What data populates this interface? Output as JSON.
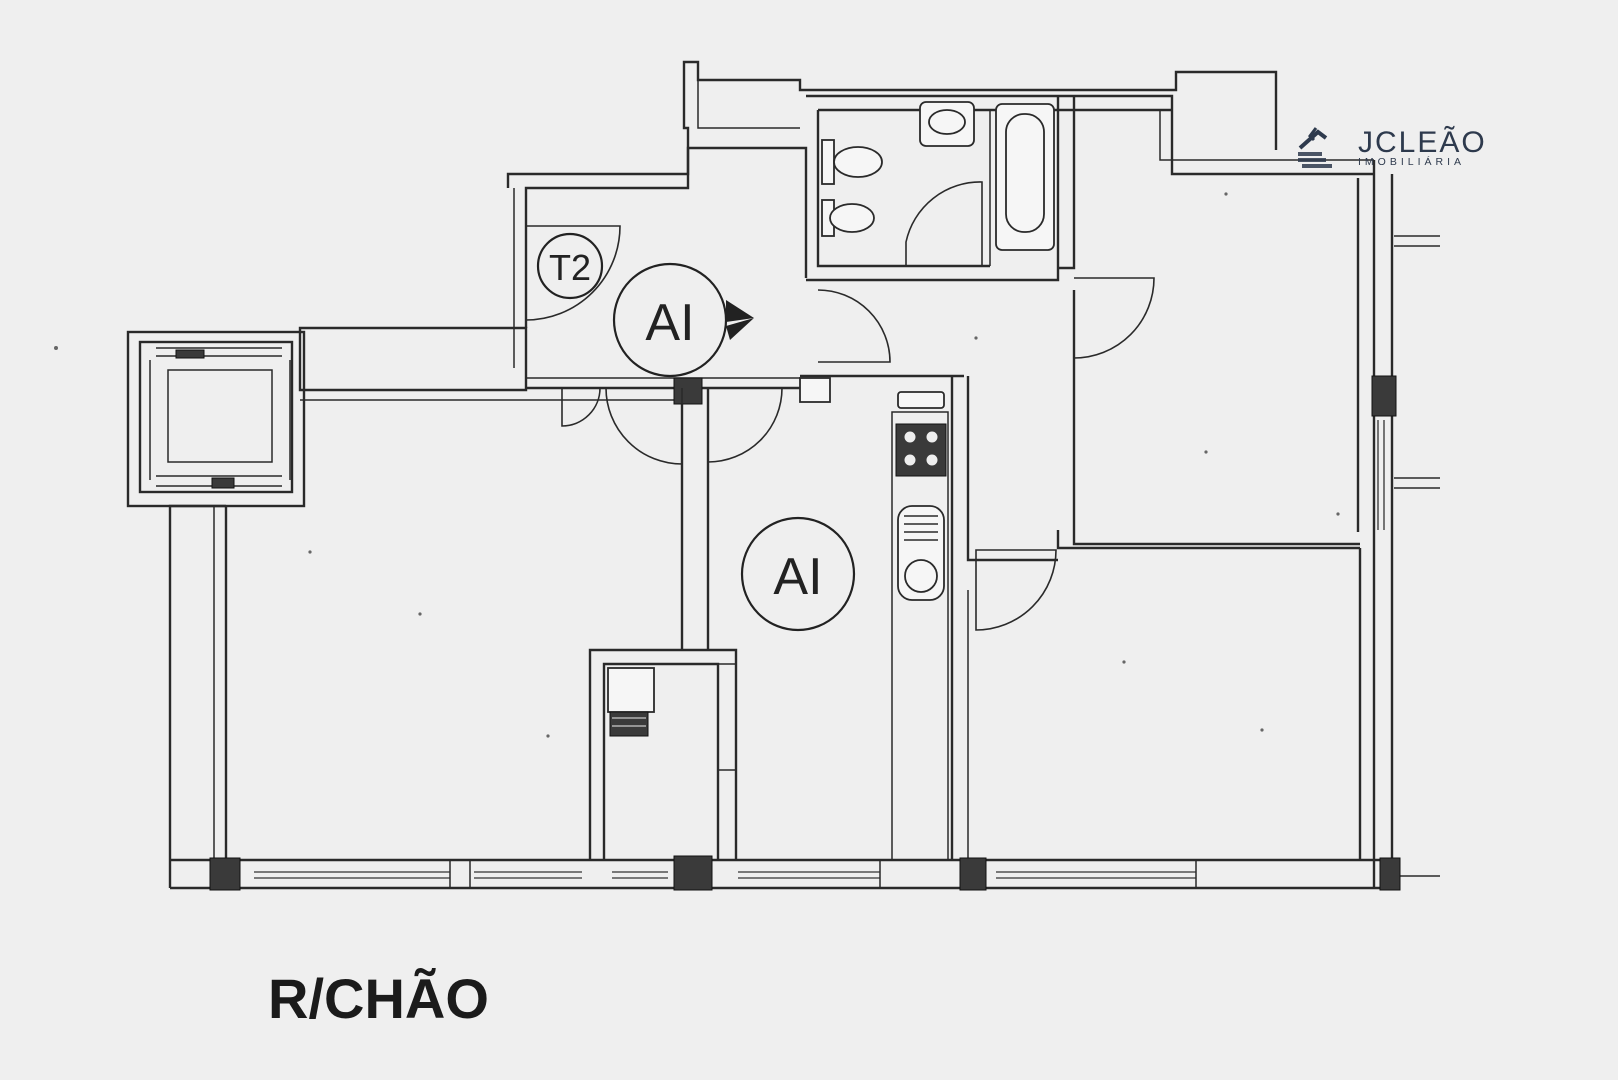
{
  "floor_label": "R/CHÃO",
  "room_tags": {
    "tag_t2": "T2",
    "tag_ai_hall": "AI",
    "tag_ai_kitchen": "AI"
  },
  "brand": {
    "name": "JCLEÃO",
    "subtitle": "IMOBILIÁRIA",
    "logo_icon": "house-stripes-icon",
    "color": "#2e3a4d"
  },
  "colors": {
    "background": "#efefef",
    "lines": "#2a2a2a"
  }
}
